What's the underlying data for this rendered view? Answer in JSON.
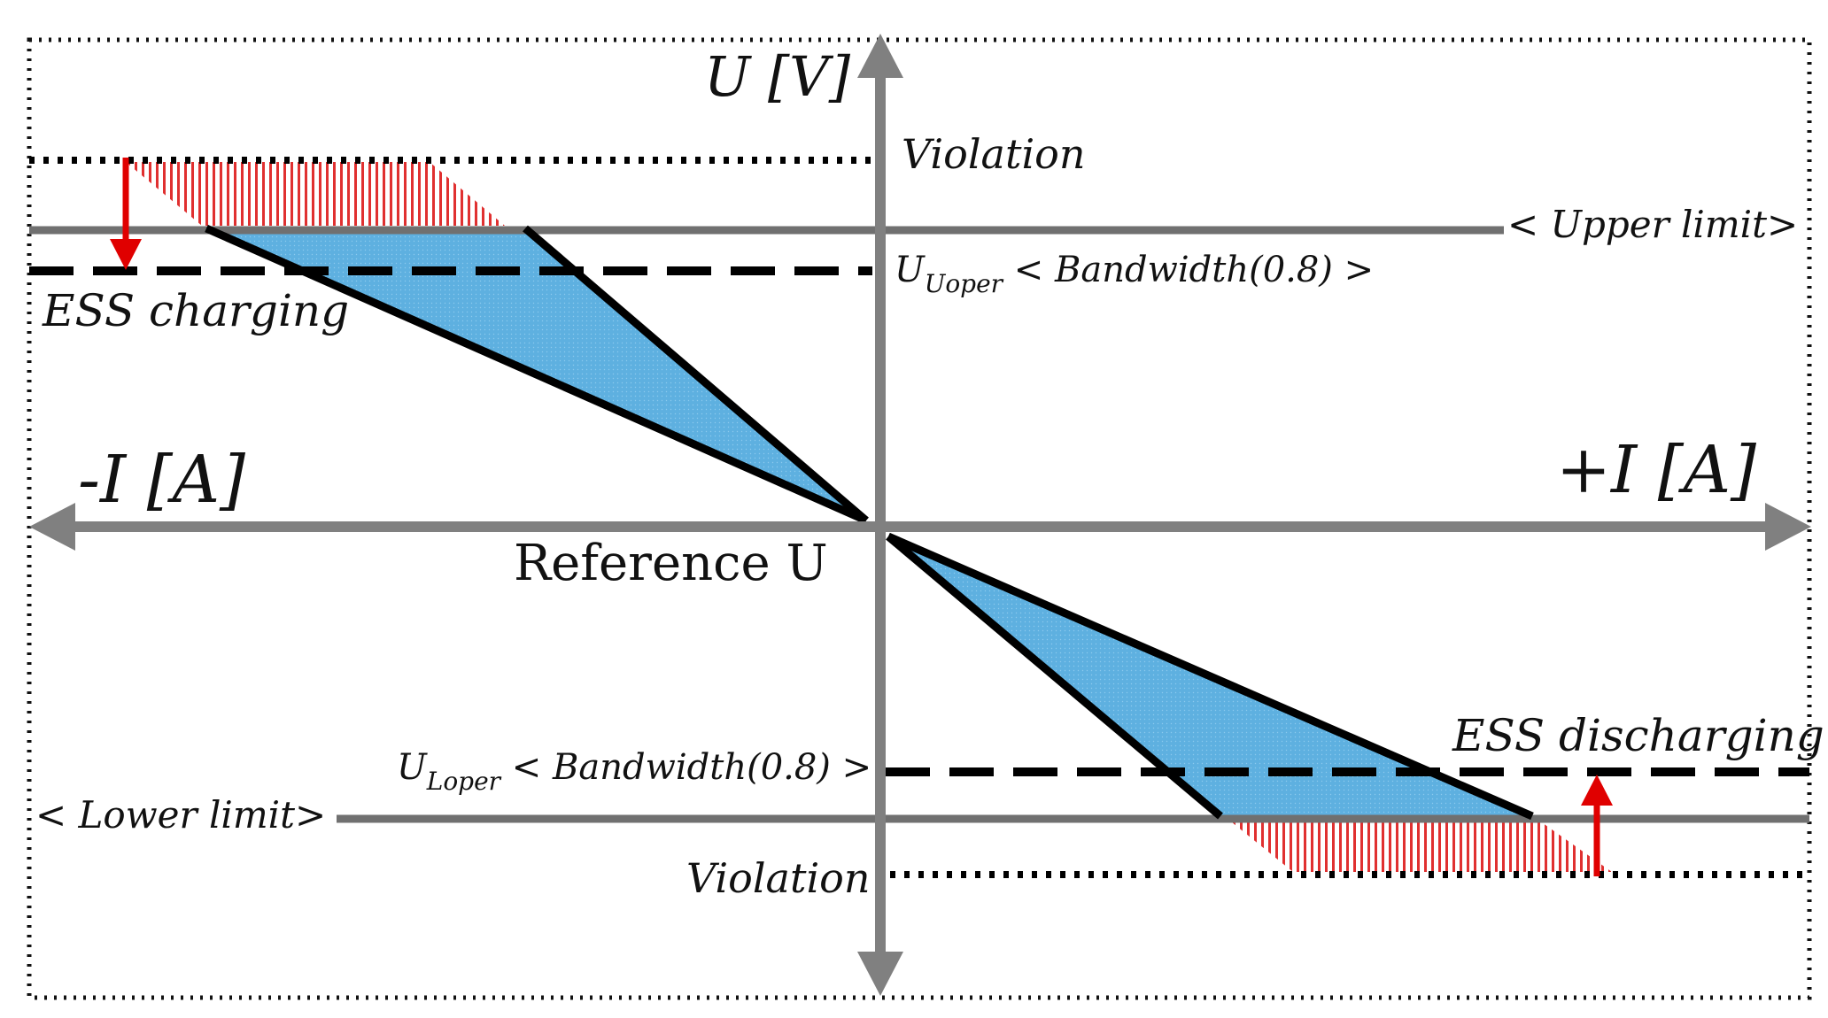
{
  "axes": {
    "y_label": "U [V]",
    "x_neg_label": "-I [A]",
    "x_pos_label": "+I [A]",
    "origin_label": "Reference U"
  },
  "lines": {
    "upper_violation": "Violation",
    "lower_violation": "Violation",
    "upper_limit": "< Upper limit>",
    "lower_limit": "< Lower limit>",
    "upper_band": {
      "main": "U",
      "sub": "Uoper",
      "rest": " < Bandwidth(0.8) >"
    },
    "lower_band": {
      "main": "U",
      "sub": "Loper",
      "rest": " < Bandwidth(0.8) >"
    }
  },
  "annotations": {
    "charging": "ESS charging",
    "discharging": "ESS discharging"
  },
  "colors": {
    "axis": "#808080",
    "limit_line": "#707070",
    "band_fill": "#5eb0e0",
    "violation_hatch": "#e03030",
    "arrow": "#e00000",
    "outline": "#000000"
  }
}
